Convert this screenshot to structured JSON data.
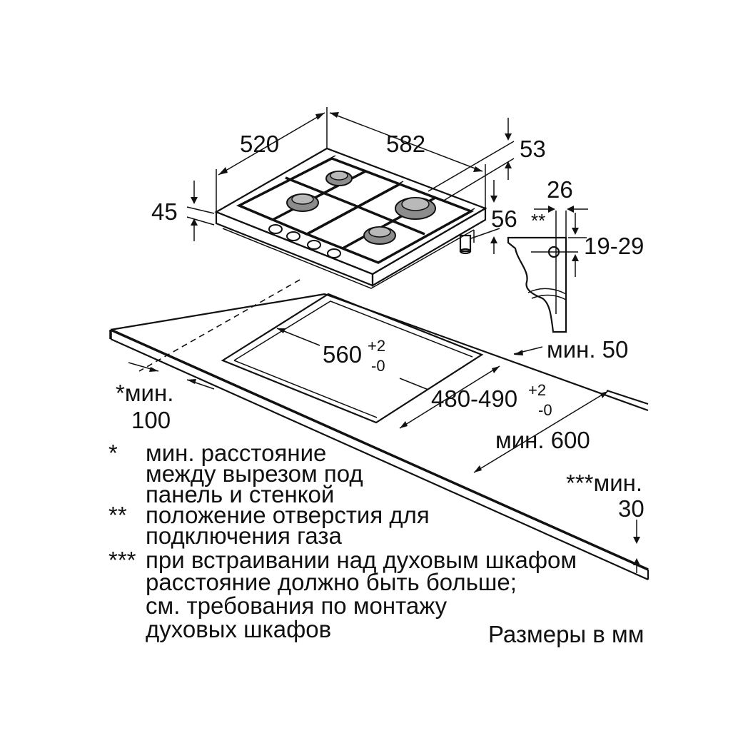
{
  "dimensions": {
    "d520": "520",
    "d582": "582",
    "d53": "53",
    "d45": "45",
    "d56": "56",
    "d26": "26",
    "d19_29": "19-29",
    "star2": "**",
    "cutout_w": "560",
    "cutout_w_plus": "+2",
    "cutout_w_minus": "-0",
    "cutout_d": "480-490",
    "cutout_d_plus": "+2",
    "cutout_d_minus": "-0",
    "min50": "мин. 50",
    "min600": "мин. 600",
    "min100_a": "*мин.",
    "min100_b": "100",
    "min30_a": "***мин.",
    "min30_b": "30"
  },
  "notes": [
    {
      "mark": "*",
      "lines": [
        "мин. расстояние",
        "между вырезом под",
        "панель и стенкой"
      ]
    },
    {
      "mark": "**",
      "lines": [
        "положение отверстия для",
        "подключения газа"
      ]
    },
    {
      "mark": "***",
      "lines": [
        "при встраивании над духовым шкафом",
        "расстояние должно быть больше;",
        "см. требования по монтажу",
        "духовых шкафов"
      ]
    }
  ],
  "units_label": "Размеры в мм"
}
